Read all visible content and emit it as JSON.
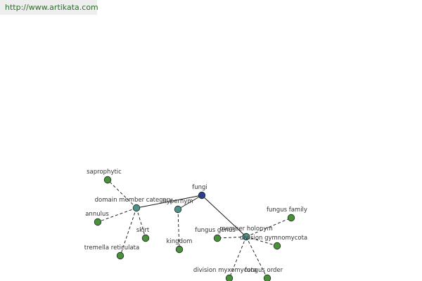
{
  "header": {
    "url": "http://www.artikata.com"
  },
  "colors": {
    "center": "#2e3f8a",
    "relation": "#4f8f8c",
    "leaf": "#4a8f3c",
    "node_stroke": "#1c2a1c"
  },
  "graph": {
    "center": {
      "id": "fungi",
      "label": "fungi"
    },
    "relations": [
      {
        "id": "domain-member-category",
        "label": "domain member category"
      },
      {
        "id": "hypernym",
        "label": "hypernym"
      },
      {
        "id": "member-holonym",
        "label": "member holonym"
      }
    ],
    "leaves": [
      {
        "id": "saprophytic",
        "label": "saprophytic",
        "parent": "domain-member-category"
      },
      {
        "id": "annulus",
        "label": "annulus",
        "parent": "domain-member-category"
      },
      {
        "id": "skirt",
        "label": "skirt",
        "parent": "domain-member-category"
      },
      {
        "id": "tremella-reticulata",
        "label": "tremella reticulata",
        "parent": "domain-member-category"
      },
      {
        "id": "kingdom",
        "label": "kingdom",
        "parent": "hypernym"
      },
      {
        "id": "fungus-family",
        "label": "fungus family",
        "parent": "member-holonym"
      },
      {
        "id": "fungus-genus",
        "label": "fungus genus",
        "parent": "member-holonym"
      },
      {
        "id": "division-gymnomycota",
        "label": "division gymnomycota",
        "parent": "member-holonym"
      },
      {
        "id": "division-myxomycota",
        "label": "division myxomycota",
        "parent": "member-holonym"
      },
      {
        "id": "fungus-order",
        "label": "fungus order",
        "parent": "member-holonym"
      }
    ]
  }
}
